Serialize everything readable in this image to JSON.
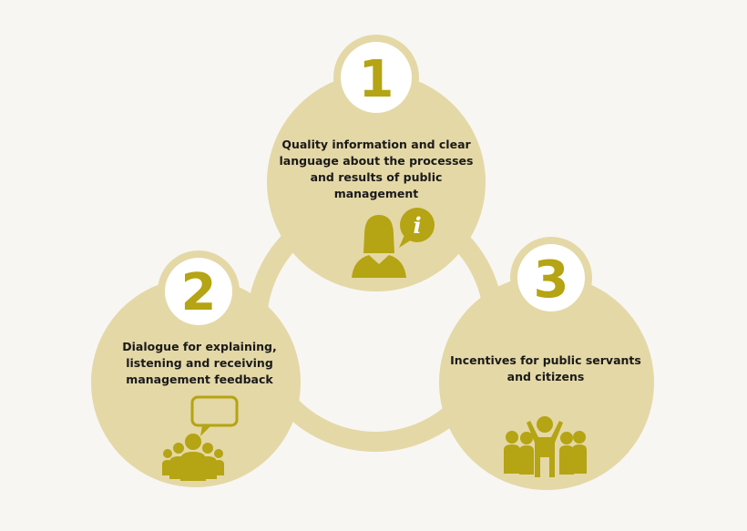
{
  "colors": {
    "circle": "#e4d8a6",
    "accent": "#b5a413",
    "ring": "#e4d8a6",
    "badge": "#ffffff"
  },
  "steps": [
    {
      "number": "1",
      "text": "Quality information and clear language about the processes and results of public management",
      "icon": "woman-info-icon"
    },
    {
      "number": "2",
      "text": "Dialogue for explaining, listening and receiving management feedback",
      "icon": "group-speech-icon"
    },
    {
      "number": "3",
      "text": "Incentives for public servants and citizens",
      "icon": "cheering-people-icon"
    }
  ]
}
